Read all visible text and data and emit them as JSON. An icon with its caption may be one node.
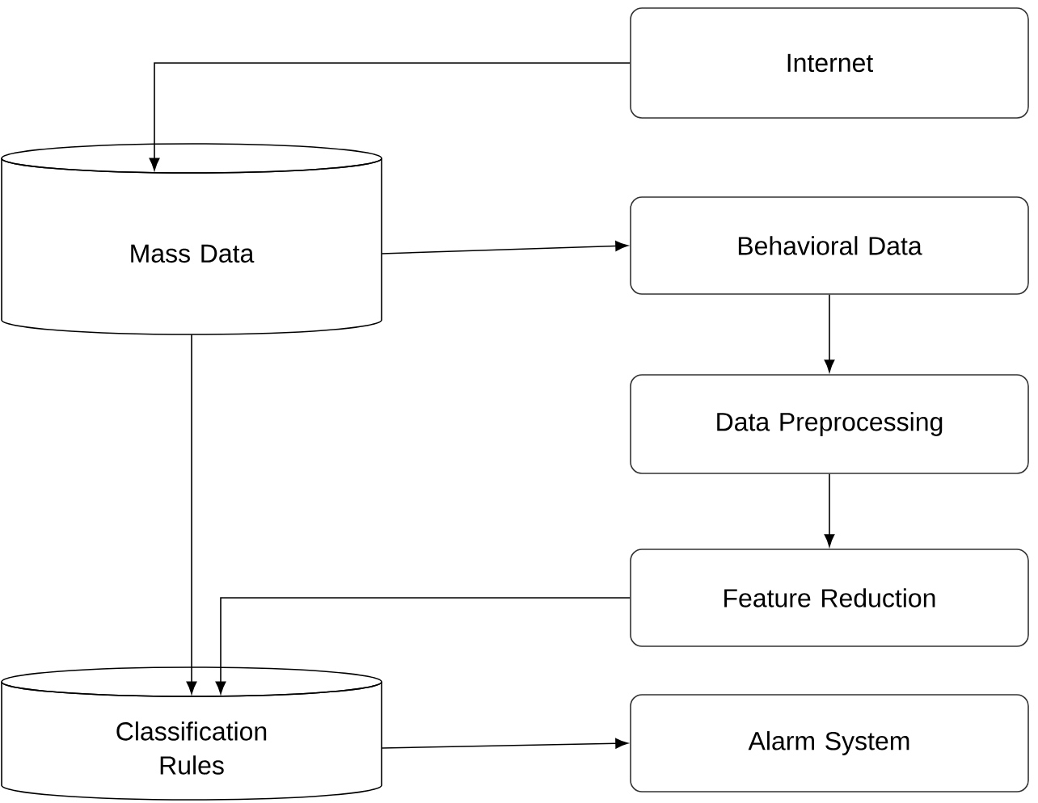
{
  "diagram": {
    "nodes": [
      {
        "text": [
          "Internet"
        ]
      },
      {
        "text": [
          "Mass Data"
        ]
      },
      {
        "text": [
          "Behavioral Data"
        ]
      },
      {
        "text": [
          "Data Preprocessing"
        ]
      },
      {
        "text": [
          "Feature Reduction"
        ]
      },
      {
        "text": [
          "Classification Rules"
        ]
      },
      {
        "text": [
          "Alarm System"
        ]
      }
    ],
    "edges": [
      {
        "from": 0,
        "to": 1,
        "arrow": "to"
      },
      {
        "from": 1,
        "to": 2,
        "arrow": "to"
      },
      {
        "from": 2,
        "to": 3,
        "arrow": "to"
      },
      {
        "from": 3,
        "to": 4,
        "arrow": "to"
      },
      {
        "from": 1,
        "to": 5,
        "arrow": "to"
      },
      {
        "from": 4,
        "to": 5,
        "arrow": "to"
      },
      {
        "from": 5,
        "to": 6,
        "arrow": "to"
      }
    ]
  }
}
